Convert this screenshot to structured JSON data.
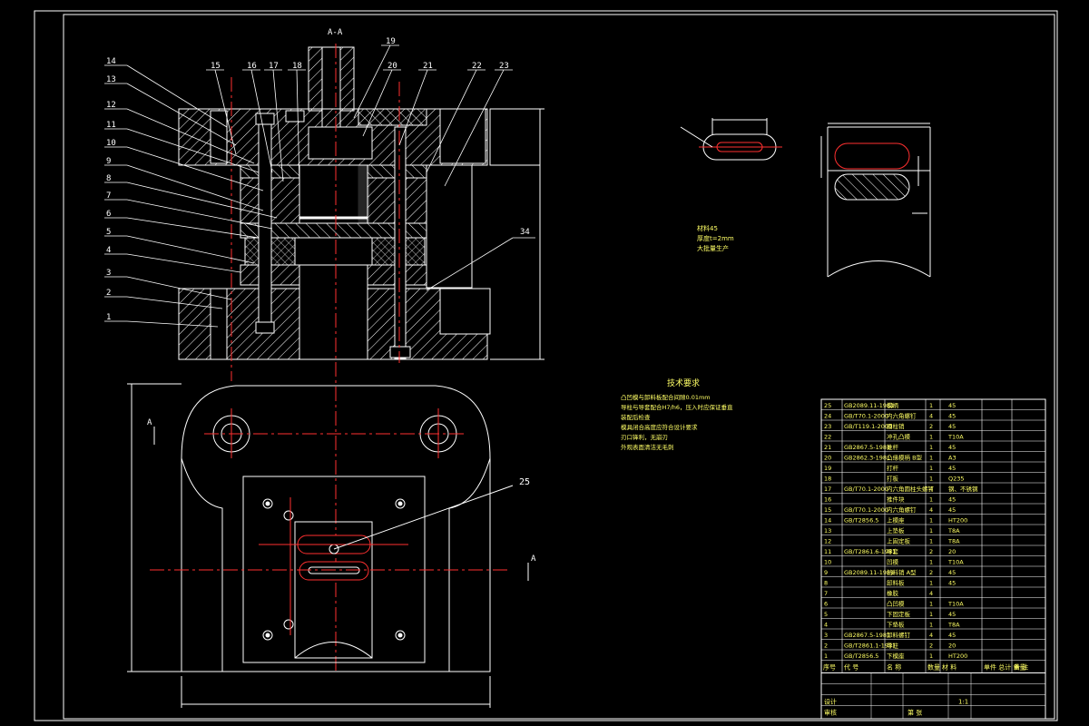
{
  "section_label": "A-A",
  "section_marks": [
    "A",
    "A"
  ],
  "callouts": [
    "1",
    "2",
    "3",
    "4",
    "5",
    "6",
    "7",
    "8",
    "9",
    "10",
    "11",
    "12",
    "13",
    "14",
    "15",
    "16",
    "17",
    "18",
    "19",
    "20",
    "21",
    "22",
    "23",
    "34",
    "25"
  ],
  "tech_title": "技术要求",
  "tech_lines": [
    "凸凹模与卸料板配合间隙0.01mm",
    "导柱与导套配合H7/h6，压入时应保证垂直",
    "装配后检查",
    "模具闭合高度应符合设计要求",
    "刃口锋利，无崩刃",
    "外观表面清洁无毛刺"
  ],
  "part_notes": [
    "材料45",
    "厚度t=2mm",
    "大批量生产"
  ],
  "bom_rows": [
    {
      "no": "25",
      "code": "GB2089.11-1981",
      "name": "模柄",
      "qty": "1",
      "mat": "45"
    },
    {
      "no": "24",
      "code": "GB/T70.1-2000",
      "name": "内六角螺钉",
      "qty": "4",
      "mat": "45"
    },
    {
      "no": "23",
      "code": "GB/T119.1-2000",
      "name": "圆柱销",
      "qty": "2",
      "mat": "45"
    },
    {
      "no": "22",
      "code": "",
      "name": "冲孔凸模",
      "qty": "1",
      "mat": "T10A"
    },
    {
      "no": "21",
      "code": "GB2867.5-1981",
      "name": "推杆",
      "qty": "1",
      "mat": "45"
    },
    {
      "no": "20",
      "code": "GB2862.3-1981",
      "name": "凸缘模柄 B型",
      "qty": "1",
      "mat": "A3"
    },
    {
      "no": "19",
      "code": "",
      "name": "打杆",
      "qty": "1",
      "mat": "45"
    },
    {
      "no": "18",
      "code": "",
      "name": "打板",
      "qty": "1",
      "mat": "Q235"
    },
    {
      "no": "17",
      "code": "GB/T70.1-2000",
      "name": "内六角圆柱头螺钉",
      "qty": "4",
      "mat": "钢、不锈钢"
    },
    {
      "no": "16",
      "code": "",
      "name": "推件块",
      "qty": "1",
      "mat": "45"
    },
    {
      "no": "15",
      "code": "GB/T70.1-2000",
      "name": "内六角螺钉",
      "qty": "4",
      "mat": "45"
    },
    {
      "no": "14",
      "code": "GB/T2856.5",
      "name": "上模座",
      "qty": "1",
      "mat": "HT200"
    },
    {
      "no": "13",
      "code": "",
      "name": "上垫板",
      "qty": "1",
      "mat": "T8A"
    },
    {
      "no": "12",
      "code": "",
      "name": "上固定板",
      "qty": "1",
      "mat": "T8A"
    },
    {
      "no": "11",
      "code": "GB/T2861.6-1981",
      "name": "导套",
      "qty": "2",
      "mat": "20"
    },
    {
      "no": "10",
      "code": "",
      "name": "凹模",
      "qty": "1",
      "mat": "T10A"
    },
    {
      "no": "9",
      "code": "GB2089.11-1981",
      "name": "挡料销 A型",
      "qty": "2",
      "mat": "45"
    },
    {
      "no": "8",
      "code": "",
      "name": "卸料板",
      "qty": "1",
      "mat": "45"
    },
    {
      "no": "7",
      "code": "",
      "name": "橡胶",
      "qty": "4",
      "mat": ""
    },
    {
      "no": "6",
      "code": "",
      "name": "凸凹模",
      "qty": "1",
      "mat": "T10A"
    },
    {
      "no": "5",
      "code": "",
      "name": "下固定板",
      "qty": "1",
      "mat": "45"
    },
    {
      "no": "4",
      "code": "",
      "name": "下垫板",
      "qty": "1",
      "mat": "T8A"
    },
    {
      "no": "3",
      "code": "GB2867.5-1981",
      "name": "卸料螺钉",
      "qty": "4",
      "mat": "45"
    },
    {
      "no": "2",
      "code": "GB/T2861.1-1981",
      "name": "导柱",
      "qty": "2",
      "mat": "20"
    },
    {
      "no": "1",
      "code": "GB/T2856.5",
      "name": "下模座",
      "qty": "1",
      "mat": "HT200"
    }
  ],
  "bom_header": [
    "序号",
    "代  号",
    "名  称",
    "数量",
    "材  料",
    "单件 总计 重量",
    "备  注"
  ],
  "title_block": {
    "scale": "1:1",
    "sheet_label": "第 张",
    "design": "设计",
    "check": "审核"
  },
  "colors": {
    "bg": "#000000",
    "line": "#ffffff",
    "center": "#ff3030",
    "dim": "#ffffff",
    "text": "#ffff66"
  }
}
